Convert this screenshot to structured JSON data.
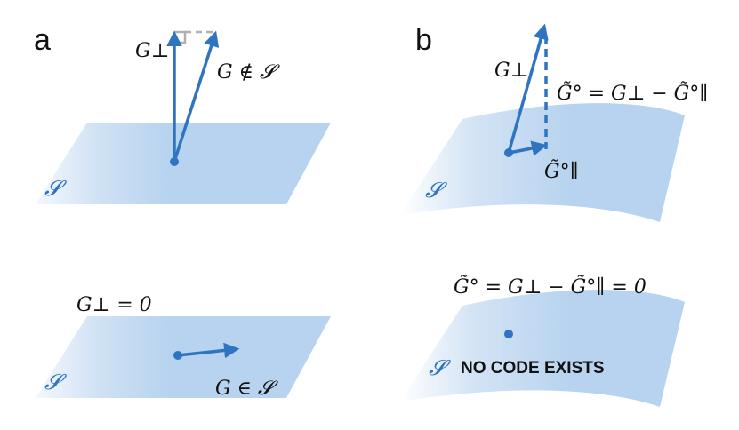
{
  "panels": {
    "a": {
      "label": "a"
    },
    "b": {
      "label": "b"
    }
  },
  "surface_symbol": "𝓢",
  "labels": {
    "g_perp": "G⊥",
    "g_not_in_s": "G ∉ 𝓢",
    "g_perp_zero": "G⊥ = 0",
    "g_in_s": "G ∈ 𝓢",
    "g_tilde_eq": "G̃° = G⊥ − G̃°∥",
    "g_par": "G̃°∥",
    "g_tilde_zero": "G̃° = G⊥ − G̃°∥ = 0",
    "no_code": "NO CODE EXISTS"
  },
  "colors": {
    "arrow": "#2f74c0",
    "surface_light": "#eef5fc",
    "surface_dark": "#b6d2ef",
    "dashed_gray": "#b0b0b0"
  }
}
